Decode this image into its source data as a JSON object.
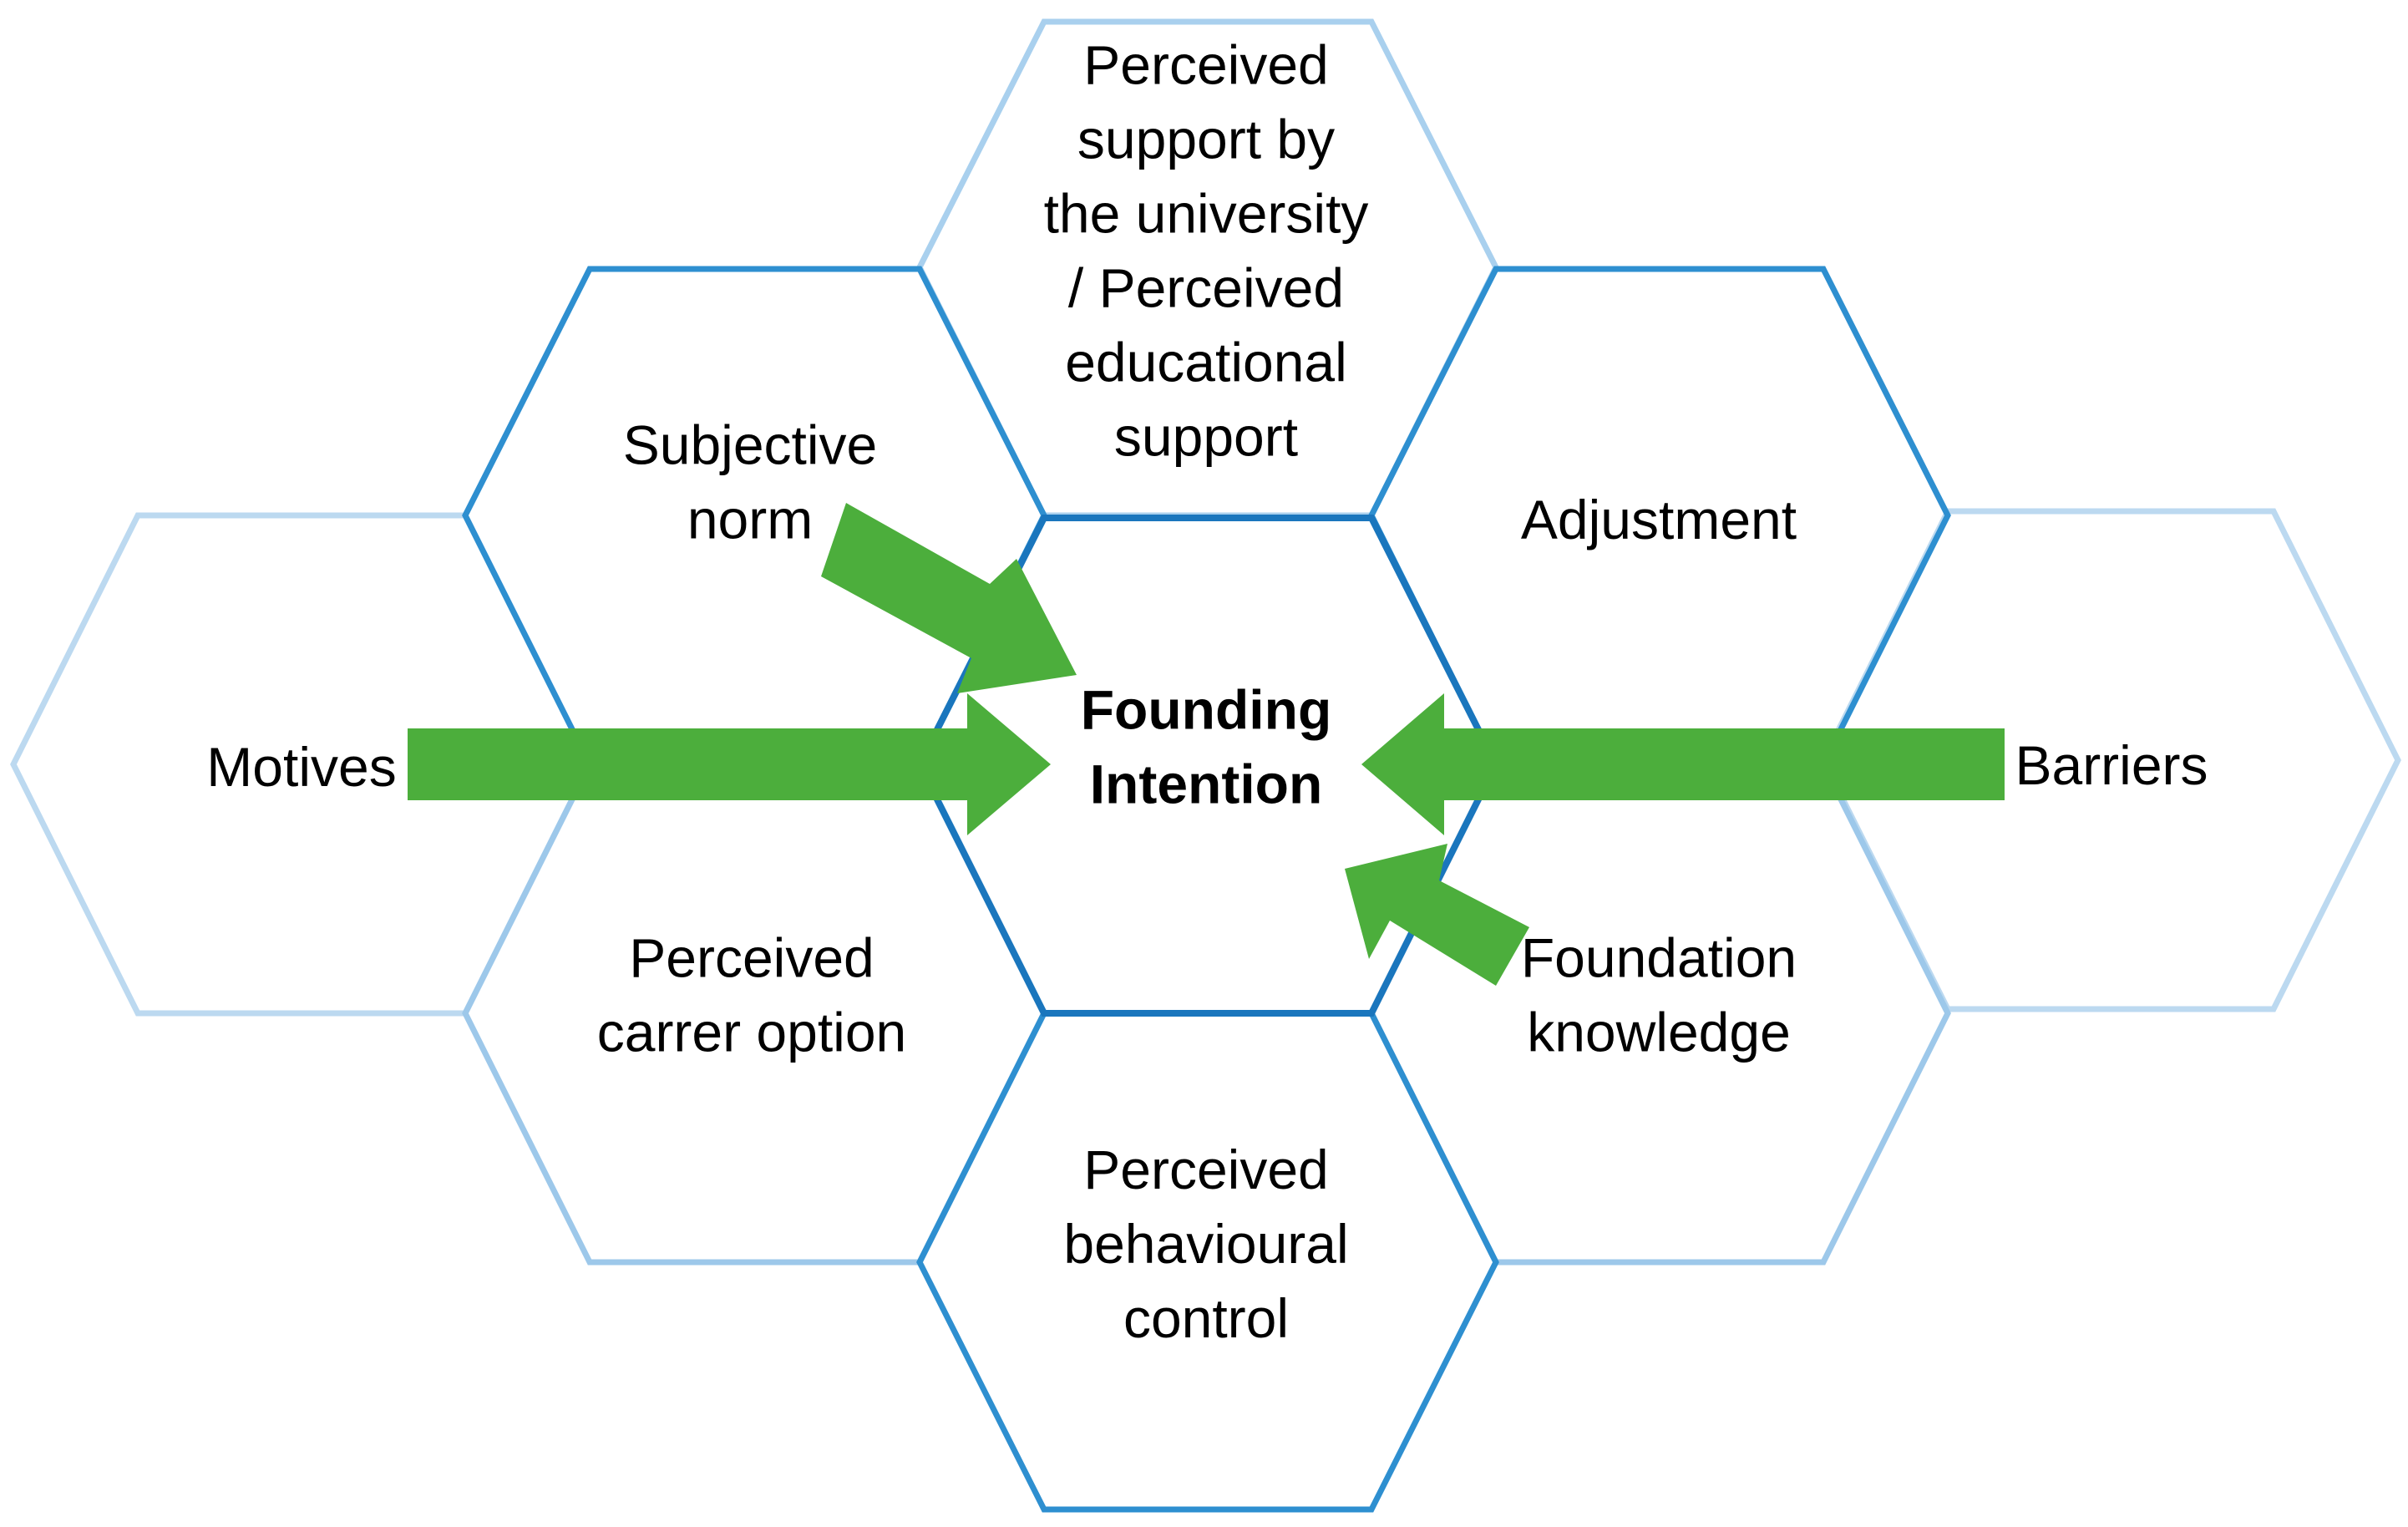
{
  "diagram": {
    "hexagons": [
      {
        "id": "motives",
        "lines": [
          "Motives"
        ],
        "stroke": "#bcd9f0"
      },
      {
        "id": "subjective-norm",
        "lines": [
          "Subjective",
          "norm"
        ],
        "stroke": "#2e8fd0"
      },
      {
        "id": "perceived-career-option",
        "lines": [
          "Perceived",
          "carrer option"
        ],
        "stroke": "#9dc8ea"
      },
      {
        "id": "perceived-support",
        "lines": [
          "Perceived",
          "support by",
          "the university",
          "/ Perceived",
          "educational",
          "support"
        ],
        "stroke": "#a9d0ee"
      },
      {
        "id": "founding-intention",
        "lines": [
          "Founding",
          "Intention"
        ],
        "stroke": "#1a76bd"
      },
      {
        "id": "perceived-behavioural-control",
        "lines": [
          "Perceived",
          "behavioural",
          "control"
        ],
        "stroke": "#2e8fd0"
      },
      {
        "id": "adjustment",
        "lines": [
          "Adjustment"
        ],
        "stroke": "#2e8fd0"
      },
      {
        "id": "foundation-knowledge",
        "lines": [
          "Foundation",
          "knowledge"
        ],
        "stroke": "#9dc8ea"
      },
      {
        "id": "barriers",
        "lines": [
          "Barriers"
        ],
        "stroke": "#bcd9f0"
      }
    ],
    "arrow_color": "#4cae3c",
    "arrows": [
      {
        "id": "motives-arrow",
        "from": "motives",
        "to": "founding-intention"
      },
      {
        "id": "subjective-norm-arrow",
        "from": "subjective-norm",
        "to": "founding-intention"
      },
      {
        "id": "barriers-arrow",
        "from": "barriers",
        "to": "founding-intention"
      },
      {
        "id": "foundation-knowledge-arrow",
        "from": "foundation-knowledge",
        "to": "founding-intention"
      }
    ]
  }
}
